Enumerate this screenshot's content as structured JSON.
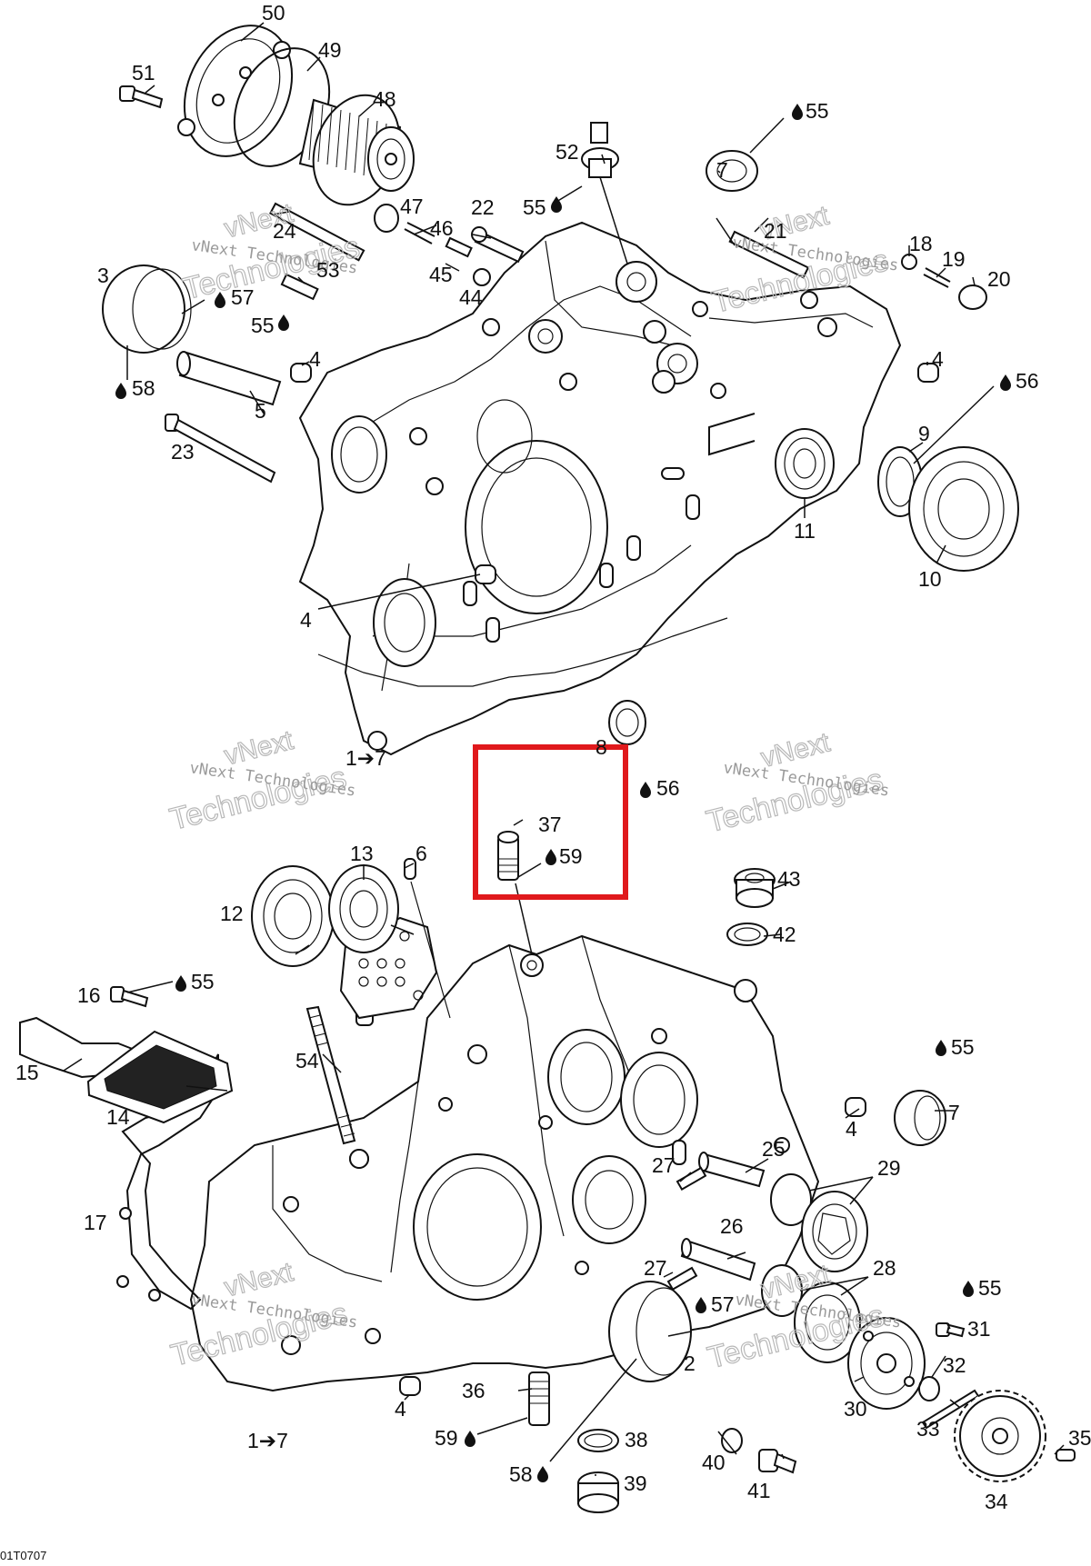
{
  "diagram": {
    "code": "01T0707",
    "watermark": {
      "line1": "vNext",
      "line2": "vNext Technologies",
      "line3": "Technologies"
    },
    "highlight_color": "#e0191c",
    "labels": {
      "p50": "50",
      "p49": "49",
      "p51": "51",
      "p48": "48",
      "p55a": "55",
      "p52": "52",
      "p7a": "7",
      "p55b": "55",
      "p47": "47",
      "p46": "46",
      "p22": "22",
      "p24": "24",
      "p21": "21",
      "p18": "18",
      "p19": "19",
      "p20": "20",
      "p3": "3",
      "p53": "53",
      "p57a": "57",
      "p55c": "55",
      "p45": "45",
      "p44": "44",
      "p4a": "4",
      "p4b": "4",
      "p56a": "56",
      "p58a": "58",
      "p5": "5",
      "p9": "9",
      "p23": "23",
      "p11": "11",
      "p10": "10",
      "p4c": "4",
      "p8": "8",
      "p1to7a": "1➔7",
      "p56b": "56",
      "p37": "37",
      "p59a": "59",
      "p13": "13",
      "p6": "6",
      "p12": "12",
      "p43": "43",
      "p42": "42",
      "p16": "16",
      "p55d": "55",
      "p15": "15",
      "p54": "54",
      "p14": "14",
      "p55e": "55",
      "p7b": "7",
      "p4d": "4",
      "p25": "25",
      "p27a": "27",
      "p29": "29",
      "p17": "17",
      "p26": "26",
      "p27b": "27",
      "p28": "28",
      "p57b": "57",
      "p55f": "55",
      "p31": "31",
      "p2": "2",
      "p32": "32",
      "p36": "36",
      "p30": "30",
      "p33": "33",
      "p4e": "4",
      "p59b": "59",
      "p38": "38",
      "p35": "35",
      "p1to7b": "1➔7",
      "p40": "40",
      "p58b": "58",
      "p39": "39",
      "p41": "41",
      "p34": "34"
    }
  }
}
